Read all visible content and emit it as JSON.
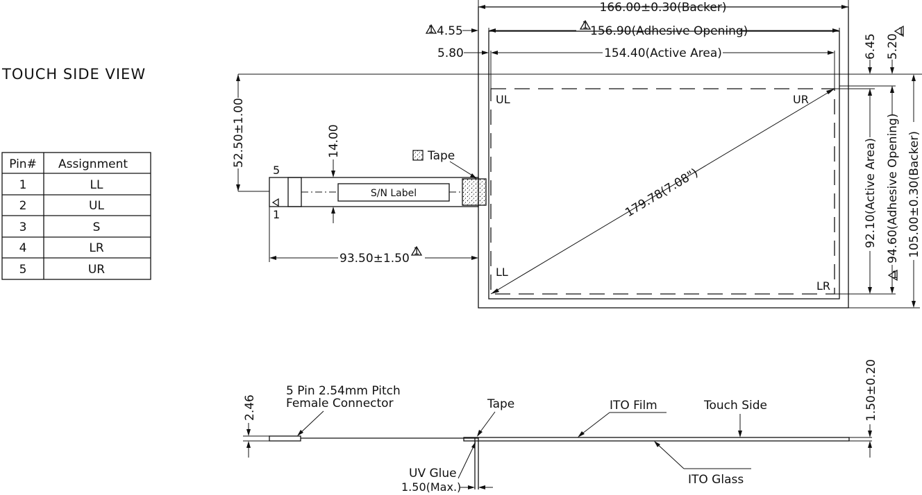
{
  "view_title": "TOUCH SIDE VIEW",
  "pin_table": {
    "headers": [
      "Pin#",
      "Assignment"
    ],
    "rows": [
      [
        "1",
        "LL"
      ],
      [
        "2",
        "UL"
      ],
      [
        "3",
        "S"
      ],
      [
        "4",
        "LR"
      ],
      [
        "5",
        "UR"
      ]
    ]
  },
  "dimensions": {
    "backer_width": "166.00±0.30(Backer)",
    "adhesive_opening_width": "156.90(Adhesive Opening)",
    "active_area_width": "154.40(Active Area)",
    "offset_left_adhesive": "4.55",
    "offset_left_active": "5.80",
    "offset_top_active": "6.45",
    "offset_top_adhesive": "5.20",
    "tail_height": "52.50±1.00",
    "tail_width": "14.00",
    "tail_length": "93.50±1.50",
    "diagonal": "179.78(7.08\")",
    "active_area_height": "92.10(Active Area)",
    "adhesive_opening_height": "94.60(Adhesive Opening)",
    "backer_height": "105.00±0.30(Backer)",
    "connector_height": "2.46",
    "thickness": "1.50±0.20",
    "uv_glue_width": "1.50(Max.)"
  },
  "labels": {
    "tape": "Tape",
    "sn_label": "S/N Label",
    "pin5": "5",
    "pin1": "1",
    "corner_ul": "UL",
    "corner_ur": "UR",
    "corner_ll": "LL",
    "corner_lr": "LR",
    "connector_line1": "5 Pin 2.54mm Pitch",
    "connector_line2": "Female Connector",
    "side_tape": "Tape",
    "ito_film": "ITO Film",
    "touch_side": "Touch Side",
    "uv_glue": "UV Glue",
    "ito_glass": "ITO Glass"
  }
}
